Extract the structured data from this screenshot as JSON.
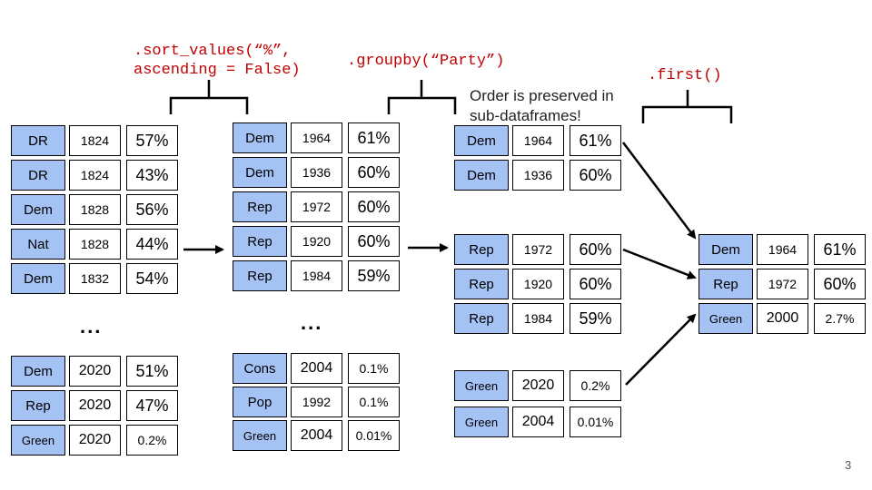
{
  "labels": {
    "sort_line1": ".sort_values(“%”,",
    "sort_line2": "ascending = False)",
    "groupby": ".groupby(“Party”)",
    "first": ".first()",
    "note_line1": "Order is preserved in",
    "note_line2": "sub-dataframes!",
    "ellipsis": "...",
    "page_number": "3"
  },
  "colors": {
    "party_cell": "#a4c2f4",
    "code_text": "#c00000"
  },
  "original": {
    "top": [
      [
        "DR",
        "1824",
        "57%"
      ],
      [
        "DR",
        "1824",
        "43%"
      ],
      [
        "Dem",
        "1828",
        "56%"
      ],
      [
        "Nat",
        "1828",
        "44%"
      ],
      [
        "Dem",
        "1832",
        "54%"
      ]
    ],
    "bottom": [
      [
        "Dem",
        "2020",
        "51%"
      ],
      [
        "Rep",
        "2020",
        "47%"
      ],
      [
        "Green",
        "2020",
        "0.2%"
      ]
    ]
  },
  "sorted": {
    "top": [
      [
        "Dem",
        "1964",
        "61%"
      ],
      [
        "Dem",
        "1936",
        "60%"
      ],
      [
        "Rep",
        "1972",
        "60%"
      ],
      [
        "Rep",
        "1920",
        "60%"
      ],
      [
        "Rep",
        "1984",
        "59%"
      ]
    ],
    "bottom": [
      [
        "Cons",
        "2004",
        "0.1%"
      ],
      [
        "Pop",
        "1992",
        "0.1%"
      ],
      [
        "Green",
        "2004",
        "0.01%"
      ]
    ]
  },
  "groups": {
    "dem": [
      [
        "Dem",
        "1964",
        "61%"
      ],
      [
        "Dem",
        "1936",
        "60%"
      ]
    ],
    "rep": [
      [
        "Rep",
        "1972",
        "60%"
      ],
      [
        "Rep",
        "1920",
        "60%"
      ],
      [
        "Rep",
        "1984",
        "59%"
      ]
    ],
    "green": [
      [
        "Green",
        "2020",
        "0.2%"
      ],
      [
        "Green",
        "2004",
        "0.01%"
      ]
    ]
  },
  "result": [
    [
      "Dem",
      "1964",
      "61%"
    ],
    [
      "Rep",
      "1972",
      "60%"
    ],
    [
      "Green",
      "2000",
      "2.7%"
    ]
  ]
}
